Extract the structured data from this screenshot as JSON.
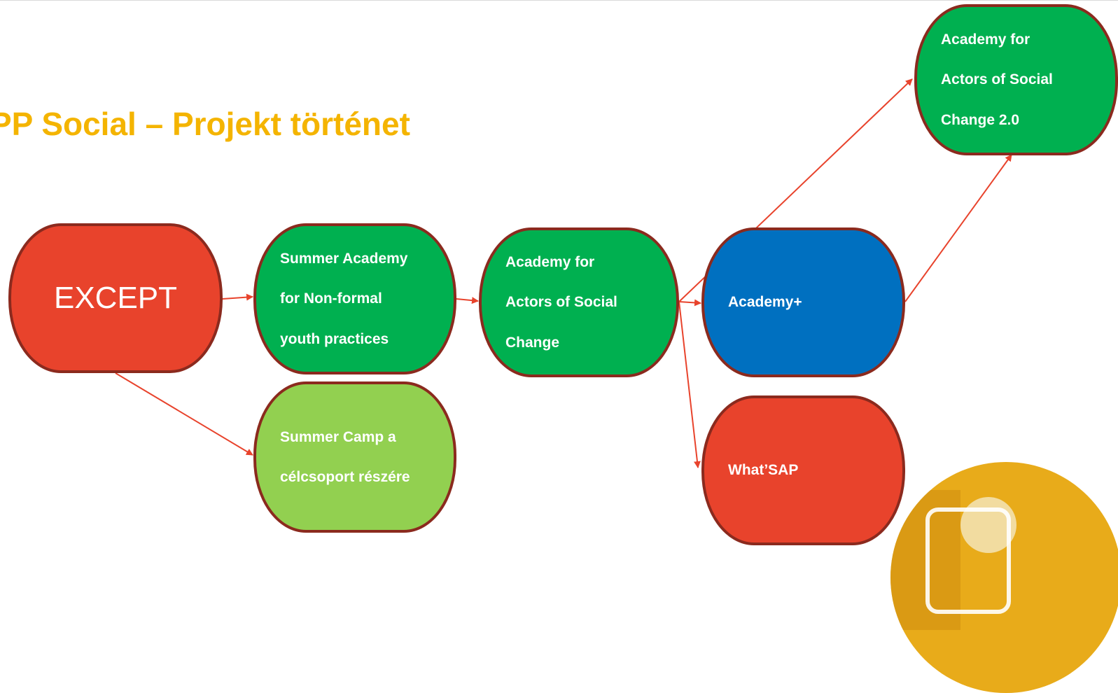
{
  "title": "PP Social – Projekt történet",
  "nodes": {
    "except": {
      "label": "EXCEPT",
      "color": "#e8432c"
    },
    "summer_academy": {
      "lines": [
        "Summer Academy",
        "for Non-formal",
        "youth practices"
      ],
      "color": "#00b050"
    },
    "summer_camp": {
      "lines": [
        "Summer Camp a",
        "célcsoport részére"
      ],
      "color": "#92d050"
    },
    "academy_actors": {
      "lines": [
        "Academy for",
        "Actors of Social",
        "Change"
      ],
      "color": "#00b050"
    },
    "academy_plus": {
      "lines": [
        "Academy+"
      ],
      "color": "#0070c0"
    },
    "whatsap": {
      "lines": [
        "What’SAP"
      ],
      "color": "#e8432c"
    },
    "academy_actors_2": {
      "lines": [
        "Academy for",
        "Actors of Social",
        "Change 2.0"
      ],
      "color": "#00b050"
    }
  },
  "edges": [
    [
      "except",
      "summer_academy"
    ],
    [
      "except",
      "summer_camp"
    ],
    [
      "summer_academy",
      "academy_actors"
    ],
    [
      "academy_actors",
      "academy_plus"
    ],
    [
      "academy_actors",
      "whatsap"
    ],
    [
      "academy_actors",
      "academy_actors_2"
    ],
    [
      "academy_plus",
      "academy_actors_2"
    ]
  ],
  "colors": {
    "title": "#f4b400",
    "arrow": "#e8432c",
    "border": "#8b2a1e"
  }
}
